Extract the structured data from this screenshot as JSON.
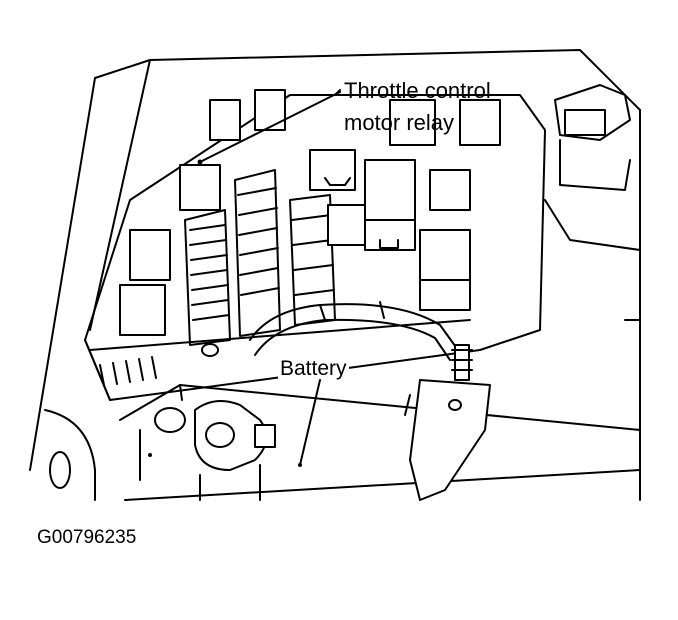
{
  "labels": {
    "relay_line1": "Throttle control",
    "relay_line2": "motor relay",
    "battery": "Battery"
  },
  "figure_code": "G00796235",
  "colors": {
    "ink": "#000000",
    "paper": "#ffffff"
  }
}
